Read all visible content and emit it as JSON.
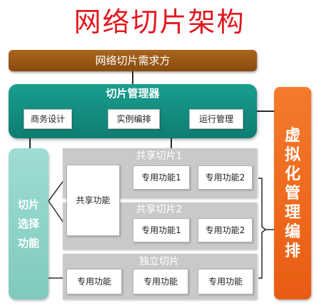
{
  "title": "网络切片架构",
  "demand_label": "网络切片需求方",
  "manager": {
    "title": "切片管理器",
    "buttons": [
      "商务设计",
      "实例编排",
      "运行管理"
    ]
  },
  "left_panel": {
    "label": "切片选择功能"
  },
  "right_panel": {
    "label": "虚拟化管理编排"
  },
  "shared_function_label": "共享功能",
  "slices": [
    {
      "title": "共享切片1",
      "functions": [
        "专用功能1",
        "专用功能2"
      ]
    },
    {
      "title": "共享切片2",
      "functions": [
        "专用功能1",
        "专用功能2"
      ]
    },
    {
      "title": "独立切片",
      "functions": [
        "专用功能",
        "专用功能",
        "专用功能"
      ]
    }
  ],
  "colors": {
    "title": "#e3181f",
    "demand_bar": "#8a4b10",
    "manager": "#0d7d71",
    "left_panel": "#7fcabd",
    "right_panel": "#e85c12",
    "slice_bg": "#c9c9c9"
  }
}
